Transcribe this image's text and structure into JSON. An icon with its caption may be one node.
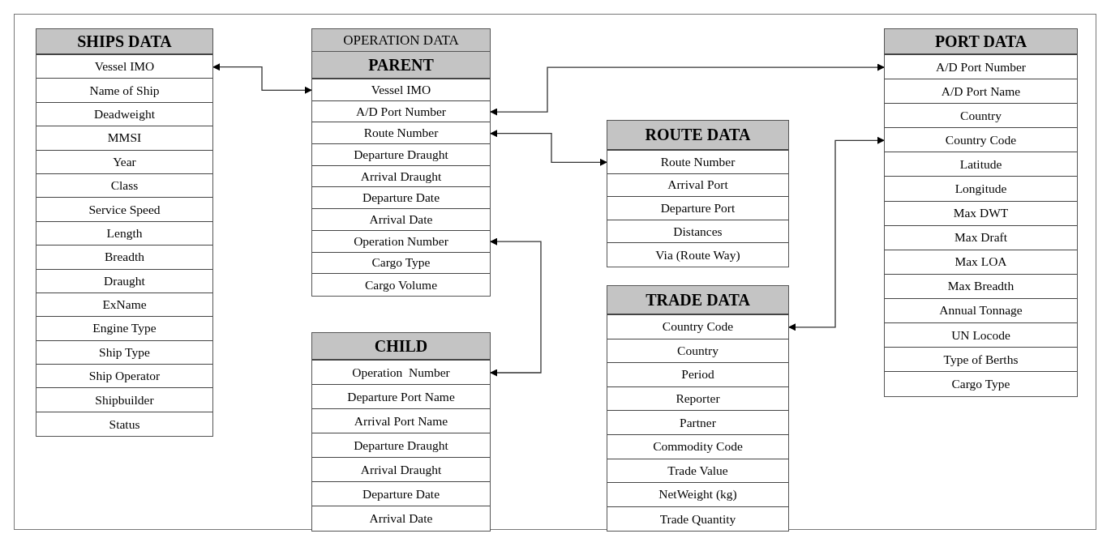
{
  "diagram": {
    "nodes": [
      {
        "text": [
          "SHIPS DATA"
        ]
      },
      {
        "text": [
          "Vessel IMO"
        ],
        "in": 0
      },
      {
        "text": [
          "Name of Ship"
        ],
        "in": 0
      },
      {
        "text": [
          "Deadweight"
        ],
        "in": 0
      },
      {
        "text": [
          "MMSI"
        ],
        "in": 0
      },
      {
        "text": [
          "Year"
        ],
        "in": 0
      },
      {
        "text": [
          "Class"
        ],
        "in": 0
      },
      {
        "text": [
          "Service Speed"
        ],
        "in": 0
      },
      {
        "text": [
          "Length"
        ],
        "in": 0
      },
      {
        "text": [
          "Breadth"
        ],
        "in": 0
      },
      {
        "text": [
          "Draught"
        ],
        "in": 0
      },
      {
        "text": [
          "ExName"
        ],
        "in": 0
      },
      {
        "text": [
          "Engine Type"
        ],
        "in": 0
      },
      {
        "text": [
          "Ship Type"
        ],
        "in": 0
      },
      {
        "text": [
          "Ship Operator"
        ],
        "in": 0
      },
      {
        "text": [
          "Shipbuilder"
        ],
        "in": 0
      },
      {
        "text": [
          "Status"
        ],
        "in": 0
      },
      {
        "text": [
          "OPERATION DATA"
        ]
      },
      {
        "text": [
          "PARENT"
        ]
      },
      {
        "text": [
          "Vessel IMO"
        ],
        "in": 18
      },
      {
        "text": [
          "A/D Port Number"
        ],
        "in": 18
      },
      {
        "text": [
          "Route Number"
        ],
        "in": 18
      },
      {
        "text": [
          "Departure Draught"
        ],
        "in": 18
      },
      {
        "text": [
          "Arrival Draught"
        ],
        "in": 18
      },
      {
        "text": [
          "Departure Date"
        ],
        "in": 18
      },
      {
        "text": [
          "Arrival Date"
        ],
        "in": 18
      },
      {
        "text": [
          "Operation Number"
        ],
        "in": 18
      },
      {
        "text": [
          "Cargo Type"
        ],
        "in": 18
      },
      {
        "text": [
          "Cargo Volume"
        ],
        "in": 18
      },
      {
        "text": [
          "PORT DATA"
        ]
      },
      {
        "text": [
          "A/D Port Number"
        ],
        "in": 29
      },
      {
        "text": [
          "A/D Port Name"
        ],
        "in": 29
      },
      {
        "text": [
          "Country"
        ],
        "in": 29
      },
      {
        "text": [
          "Country Code"
        ],
        "in": 29
      },
      {
        "text": [
          "Latitude"
        ],
        "in": 29
      },
      {
        "text": [
          "Longitude"
        ],
        "in": 29
      },
      {
        "text": [
          "Max DWT"
        ],
        "in": 29
      },
      {
        "text": [
          "Max Draft"
        ],
        "in": 29
      },
      {
        "text": [
          "Max LOA"
        ],
        "in": 29
      },
      {
        "text": [
          "Max Breadth"
        ],
        "in": 29
      },
      {
        "text": [
          "Annual Tonnage"
        ],
        "in": 29
      },
      {
        "text": [
          "UN Locode"
        ],
        "in": 29
      },
      {
        "text": [
          "Type of Berths"
        ],
        "in": 29
      },
      {
        "text": [
          "Cargo Type"
        ],
        "in": 29
      },
      {
        "text": [
          "ROUTE DATA"
        ]
      },
      {
        "text": [
          "Route Number"
        ],
        "in": 44
      },
      {
        "text": [
          "Arrival Port"
        ],
        "in": 44
      },
      {
        "text": [
          "Departure Port"
        ],
        "in": 44
      },
      {
        "text": [
          "Distances"
        ],
        "in": 44
      },
      {
        "text": [
          "Via (Route Way)"
        ],
        "in": 44
      },
      {
        "text": [
          "CHILD"
        ]
      },
      {
        "text": [
          "Operation  Number"
        ],
        "in": 50
      },
      {
        "text": [
          "Departure Port Name"
        ],
        "in": 50
      },
      {
        "text": [
          "Arrival Port Name"
        ],
        "in": 50
      },
      {
        "text": [
          "Departure Draught"
        ],
        "in": 50
      },
      {
        "text": [
          "Arrival Draught"
        ],
        "in": 50
      },
      {
        "text": [
          "Departure Date"
        ],
        "in": 50
      },
      {
        "text": [
          "Arrival Date"
        ],
        "in": 50
      },
      {
        "text": [
          "TRADE DATA"
        ]
      },
      {
        "text": [
          "Country Code"
        ],
        "in": 58
      },
      {
        "text": [
          "Country"
        ],
        "in": 58
      },
      {
        "text": [
          "Period"
        ],
        "in": 58
      },
      {
        "text": [
          "Reporter"
        ],
        "in": 58
      },
      {
        "text": [
          "Partner"
        ],
        "in": 58
      },
      {
        "text": [
          "Commodity Code"
        ],
        "in": 58
      },
      {
        "text": [
          "Trade Value"
        ],
        "in": 58
      },
      {
        "text": [
          "NetWeight (kg)"
        ],
        "in": 58
      },
      {
        "text": [
          "Trade Quantity"
        ],
        "in": 58
      }
    ],
    "edges": [
      {
        "from": 1,
        "to": 19,
        "arrow": "both"
      },
      {
        "from": 20,
        "to": 30,
        "arrow": "both"
      },
      {
        "from": 21,
        "to": 45,
        "arrow": "both"
      },
      {
        "from": 26,
        "to": 51,
        "arrow": "both"
      },
      {
        "from": 59,
        "to": 33,
        "arrow": "both"
      }
    ]
  }
}
